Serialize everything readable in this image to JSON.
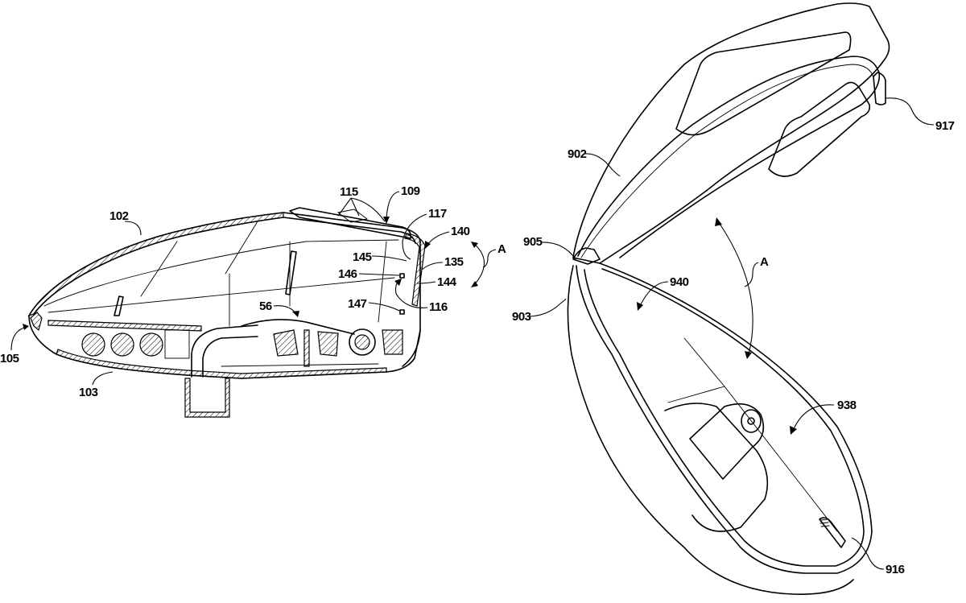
{
  "figure": {
    "type": "patent-drawing",
    "views": [
      {
        "name": "cross-section-view",
        "labels": [
          {
            "id": "102",
            "text": "102"
          },
          {
            "id": "103",
            "text": "103"
          },
          {
            "id": "105",
            "text": "105"
          },
          {
            "id": "56",
            "text": "56"
          },
          {
            "id": "115",
            "text": "115"
          },
          {
            "id": "109",
            "text": "109"
          },
          {
            "id": "117",
            "text": "117"
          },
          {
            "id": "140",
            "text": "140"
          },
          {
            "id": "145",
            "text": "145"
          },
          {
            "id": "135",
            "text": "135"
          },
          {
            "id": "146",
            "text": "146"
          },
          {
            "id": "144",
            "text": "144"
          },
          {
            "id": "147",
            "text": "147"
          },
          {
            "id": "116",
            "text": "116"
          },
          {
            "id": "A1",
            "text": "A"
          }
        ]
      },
      {
        "name": "open-case-view",
        "labels": [
          {
            "id": "902",
            "text": "902"
          },
          {
            "id": "917",
            "text": "917"
          },
          {
            "id": "905",
            "text": "905"
          },
          {
            "id": "903",
            "text": "903"
          },
          {
            "id": "940",
            "text": "940"
          },
          {
            "id": "A2",
            "text": "A"
          },
          {
            "id": "938",
            "text": "938"
          },
          {
            "id": "916",
            "text": "916"
          }
        ]
      }
    ]
  },
  "labels": {
    "l102": "102",
    "l103": "103",
    "l105": "105",
    "l56": "56",
    "l115": "115",
    "l109": "109",
    "l117": "117",
    "l140": "140",
    "l145": "145",
    "l135": "135",
    "l146": "146",
    "l144": "144",
    "l147": "147",
    "l116": "116",
    "lA1": "A",
    "l902": "902",
    "l917": "917",
    "l905": "905",
    "l903": "903",
    "l940": "940",
    "lA2": "A",
    "l938": "938",
    "l916": "916"
  }
}
